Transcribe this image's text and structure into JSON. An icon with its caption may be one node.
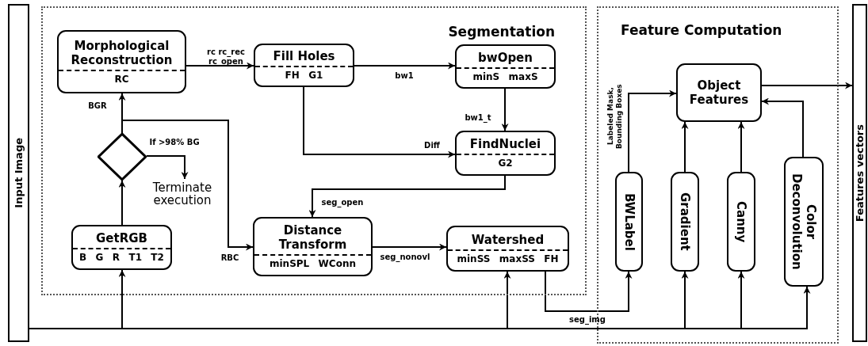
{
  "diagram": {
    "nodes": [
      {
        "text": [
          "Input Image"
        ]
      },
      {
        "text": [
          "Segmentation"
        ]
      },
      {
        "text": [
          "Morphological Reconstruction",
          "RC"
        ],
        "in": 1
      },
      {
        "text": [
          "Fill Holes",
          "FH G1"
        ],
        "in": 1
      },
      {
        "text": [
          "bwOpen",
          "minS maxS"
        ],
        "in": 1
      },
      {
        "text": [],
        "shape": "diamond",
        "in": 1
      },
      {
        "text": [
          "Terminate execution"
        ],
        "in": 1
      },
      {
        "text": [
          "FindNuclei",
          "G2"
        ],
        "in": 1
      },
      {
        "text": [
          "GetRGB",
          "B G R T1 T2"
        ],
        "in": 1
      },
      {
        "text": [
          "Distance Transform",
          "minSPL WConn"
        ],
        "in": 1
      },
      {
        "text": [
          "Watershed",
          "minSS maxSS FH"
        ],
        "in": 1
      },
      {
        "text": [
          "Feature Computation"
        ]
      },
      {
        "text": [
          "Object Features"
        ],
        "in": 11
      },
      {
        "text": [
          "BWLabel"
        ],
        "in": 11
      },
      {
        "text": [
          "Gradient"
        ],
        "in": 11
      },
      {
        "text": [
          "Canny"
        ],
        "in": 11
      },
      {
        "text": [
          "Color Deconvolution"
        ],
        "in": 11
      },
      {
        "text": [
          "Features vectors"
        ]
      }
    ],
    "edges": [
      {
        "from": 0,
        "to": 8,
        "arrow": "to"
      },
      {
        "from": 0,
        "to": 10,
        "arrow": "to"
      },
      {
        "from": 0,
        "to": 14,
        "arrow": "to"
      },
      {
        "from": 0,
        "to": 15,
        "arrow": "to"
      },
      {
        "from": 0,
        "to": 16,
        "arrow": "to"
      },
      {
        "from": 8,
        "to": 5,
        "arrow": "to"
      },
      {
        "from": 5,
        "to": 2,
        "label": "BGR",
        "arrow": "to"
      },
      {
        "from": 5,
        "to": 6,
        "label": "If >98% BG",
        "arrow": "to"
      },
      {
        "from": 5,
        "to": 9,
        "label": "RBC",
        "arrow": "to"
      },
      {
        "from": 2,
        "to": 3,
        "label": "rc rc_rec rc_open",
        "arrow": "to"
      },
      {
        "from": 3,
        "to": 4,
        "label": "bw1",
        "arrow": "to"
      },
      {
        "from": 3,
        "to": 7,
        "label": "Diff",
        "arrow": "to"
      },
      {
        "from": 4,
        "to": 7,
        "label": "bw1_t",
        "arrow": "to"
      },
      {
        "from": 7,
        "to": 9,
        "label": "seg_open",
        "arrow": "to"
      },
      {
        "from": 9,
        "to": 10,
        "label": "seg_nonovl",
        "arrow": "to"
      },
      {
        "from": 10,
        "to": 13,
        "label": "seg_img",
        "arrow": "to"
      },
      {
        "from": 13,
        "to": 12,
        "label": "Labeled Mask, Bounding Boxes",
        "arrow": "to"
      },
      {
        "from": 14,
        "to": 12,
        "arrow": "to"
      },
      {
        "from": 15,
        "to": 12,
        "arrow": "to"
      },
      {
        "from": 16,
        "to": 12,
        "arrow": "to"
      },
      {
        "from": 12,
        "to": 17,
        "arrow": "to"
      }
    ]
  }
}
